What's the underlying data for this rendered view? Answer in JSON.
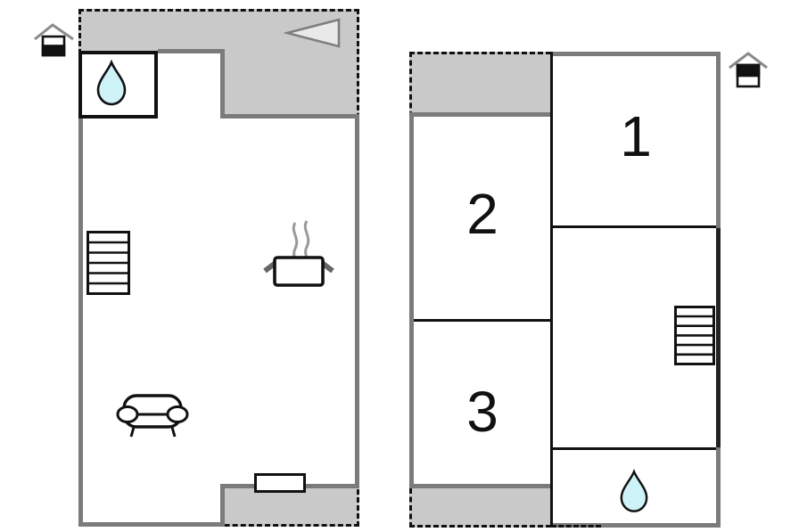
{
  "document": {
    "kind": "two-level-floor-plan"
  },
  "colors": {
    "terrace_fill": "#c9c9c9",
    "wall": "#7b7b7b",
    "line": "#111111",
    "water_drop_fill": "#cdf2f7",
    "steam": "#999999",
    "roof": "#8a8a8a",
    "triangle_fill": "#e9e9e9",
    "triangle_stroke": "#7e7e7e"
  },
  "ground_floor": {
    "indicator": "house icon, lower half filled (ground floor)",
    "features": {
      "bathroom": "water-drop",
      "stairs": "staircase 6 steps",
      "kitchen": "cooking pot with steam",
      "living_room": "sofa",
      "vent": "left-pointing triangle",
      "window": "window opening in south wall"
    }
  },
  "upper_floor": {
    "indicator": "house icon, upper half filled (upper floor)",
    "rooms": [
      {
        "label": "1"
      },
      {
        "label": "2"
      },
      {
        "label": "3"
      }
    ],
    "features": {
      "stairs": "staircase 6 steps",
      "bathroom": "water-drop"
    }
  }
}
